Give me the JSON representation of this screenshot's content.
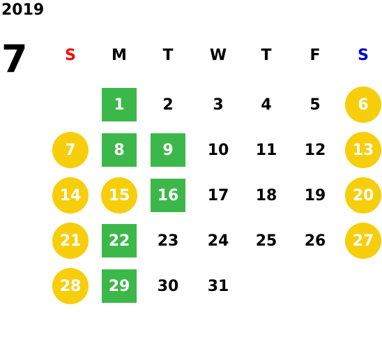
{
  "header": {
    "year": "2019",
    "month": "7"
  },
  "weekdays": [
    {
      "label": "S",
      "color": "#ff0000"
    },
    {
      "label": "M",
      "color": "#000000"
    },
    {
      "label": "T",
      "color": "#000000"
    },
    {
      "label": "W",
      "color": "#000000"
    },
    {
      "label": "T",
      "color": "#000000"
    },
    {
      "label": "F",
      "color": "#000000"
    },
    {
      "label": "S",
      "color": "#0000cc"
    }
  ],
  "marker_colors": {
    "holiday": "#f7ce0c",
    "highlight": "#3cb84a"
  },
  "weeks": [
    [
      {
        "day": "",
        "mark": "none"
      },
      {
        "day": "1",
        "mark": "highlight"
      },
      {
        "day": "2",
        "mark": "none"
      },
      {
        "day": "3",
        "mark": "none"
      },
      {
        "day": "4",
        "mark": "none"
      },
      {
        "day": "5",
        "mark": "none"
      },
      {
        "day": "6",
        "mark": "holiday"
      }
    ],
    [
      {
        "day": "7",
        "mark": "holiday"
      },
      {
        "day": "8",
        "mark": "highlight"
      },
      {
        "day": "9",
        "mark": "highlight"
      },
      {
        "day": "10",
        "mark": "none"
      },
      {
        "day": "11",
        "mark": "none"
      },
      {
        "day": "12",
        "mark": "none"
      },
      {
        "day": "13",
        "mark": "holiday"
      }
    ],
    [
      {
        "day": "14",
        "mark": "holiday"
      },
      {
        "day": "15",
        "mark": "holiday"
      },
      {
        "day": "16",
        "mark": "highlight"
      },
      {
        "day": "17",
        "mark": "none"
      },
      {
        "day": "18",
        "mark": "none"
      },
      {
        "day": "19",
        "mark": "none"
      },
      {
        "day": "20",
        "mark": "holiday"
      }
    ],
    [
      {
        "day": "21",
        "mark": "holiday"
      },
      {
        "day": "22",
        "mark": "highlight"
      },
      {
        "day": "23",
        "mark": "none"
      },
      {
        "day": "24",
        "mark": "none"
      },
      {
        "day": "25",
        "mark": "none"
      },
      {
        "day": "26",
        "mark": "none"
      },
      {
        "day": "27",
        "mark": "holiday"
      }
    ],
    [
      {
        "day": "28",
        "mark": "holiday"
      },
      {
        "day": "29",
        "mark": "highlight"
      },
      {
        "day": "30",
        "mark": "none"
      },
      {
        "day": "31",
        "mark": "none"
      },
      {
        "day": "",
        "mark": "none"
      },
      {
        "day": "",
        "mark": "none"
      },
      {
        "day": "",
        "mark": "none"
      }
    ]
  ]
}
